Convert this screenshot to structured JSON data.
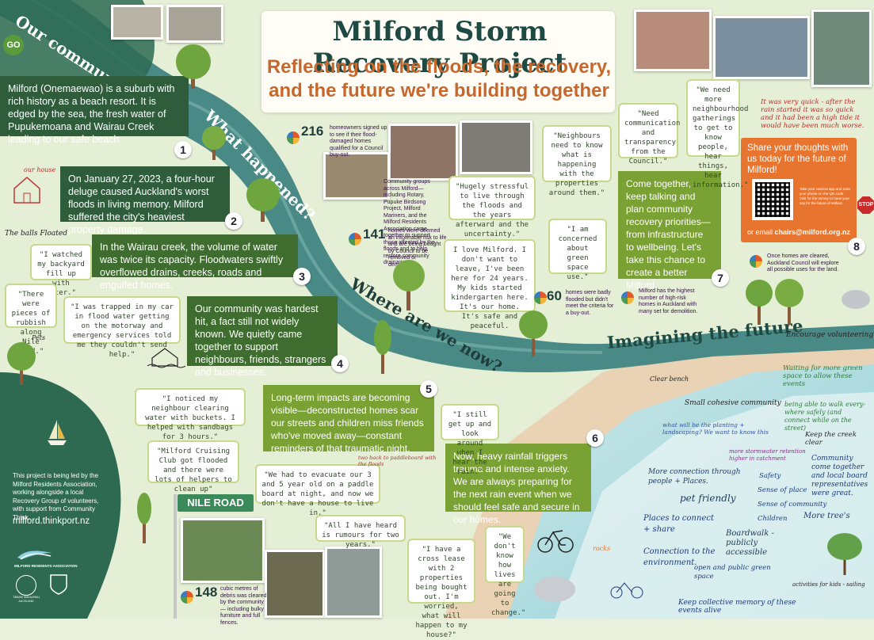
{
  "title": "Milford Storm Recovery Project",
  "subtitle_line1": "Reflecting on the floods, the recovery,",
  "subtitle_line2": "and the future we're building together",
  "sections": {
    "our_community": "Our community",
    "what_happened": "What happened?",
    "where_are_we_now": "Where are we now?",
    "imagining_future": "Imagining the future"
  },
  "go_sign": "GO",
  "stop_sign": "STOP",
  "numbers": [
    "1",
    "2",
    "3",
    "4",
    "5",
    "6",
    "7",
    "8"
  ],
  "boxes": {
    "b1": "Milford (Onemaewao) is a suburb with rich history as a beach resort. It is edged by the sea, the fresh water of Pupukemoana and Wairau Creek leading to our safe beach.",
    "b2": "On January 27, 2023, a four-hour deluge caused Auckland's worst floods in living memory. Milford suffered the city's heaviest property damage.",
    "b3": "In the Wairau creek, the volume of water was twice its capacity. Floodwaters swiftly overflowed drains, creeks, roads and engulfed homes.",
    "b4": "Our community was hardest hit, a fact still not widely known. We quietly came together to support neighbours, friends, strangers and businesses.",
    "b5": "Long-term impacts are becoming visible—deconstructed homes scar our streets and children miss friends who've moved away—constant reminders of that traumatic night.",
    "b6": "Now, heavy rainfall triggers trauma and intense anxiety. We are always preparing for the next rain event when we should feel safe and secure in our homes.",
    "b7": "Come together, keep talking and plan community recovery priorities—from infrastructure to wellbeing. Let's take this chance to create a better Milford.",
    "share_title": "Share your thoughts with us today for the future of Milford!",
    "share_email_prefix": "or email",
    "share_email": "chairs@milford.org.nz",
    "share_small": "Take your camera app and scan your phone on the QR code. Visit for the survey to have your say for the future of Milford."
  },
  "quotes": {
    "q1": "\"I watched my backyard fill up with water.\"",
    "q2": "\"There were pieces of rubbish along Nile road.\"",
    "q3": "\"I was trapped in my car in flood water getting on the motorway and emergency services told me they couldn't send help.\"",
    "q4": "\"I noticed my neighbour clearing water with buckets. I helped with sandbags for 3 hours.\"",
    "q5": "\"Milford Cruising Club got flooded and there were lots of helpers to clean up\"",
    "q6": "\"We had to evacuate our 3 and 5 year old on a paddle board at night, and now we don't have a house to live in.\"",
    "q7": "\"All I have heard is rumours for two years.\"",
    "q8": "\"I have a cross lease with 2 properties being bought out. I'm worried, what will happen to my house?\"",
    "q9": "\"We don't know how lives are going to change.\"",
    "q10": "\"I still get up and look around when I hear the rain.\"",
    "q11": "\"Hugely stressful to live through the floods and the years afterward and the uncertainty.\"",
    "q12": "I love Milford. I don't want to leave, I've been here for 24 years. My kids started kindergarten here. It's our home. It's safe and peaceful.",
    "q13": "\"Neighbours need to know what is happening with the properties around them.\"",
    "q14": "\"I am concerned about green space use.\"",
    "q15": "\"Need communication and transparency from the Council.\"",
    "q16": "\"We need more neighbourhood gatherings to get to know people, hear things, hear information.\""
  },
  "stats": {
    "s216_num": "216",
    "s216_text": "homeowners signed up to see if their flood-damaged homes qualified for a Council buy-out.",
    "s141_num": "141",
    "s141_text": "homes were deemed an intolerable risk to life and are being bought by Council to be removed or demolished.",
    "s60_num": "60",
    "s60_text": "homes were badly flooded but didn't meet the criteria for a buy-out.",
    "s148_num": "148",
    "s148_text": "cubic metres of debris was cleared by the community — including bulky furniture and full fences.",
    "community_group": "Community groups across Milford—including Rotary, Pupuke Birdsong Project, Milford Mariners, and the Milford Residents Association came together to support those affected by the floods and to help restore community drainages.",
    "milford_highest": "Milford has the highest number of high-risk homes in Auckland with many set for demolition.",
    "once_cleared": "Once homes are cleared, Auckland Council will explore all possible uses for the land."
  },
  "footer": {
    "note": "This project is being led by the Milford Residents Association, working alongside a local Recovery Group of volunteers, with support from Community Think.",
    "url": "milford.thinkport.nz",
    "mra": "MILFORD RESIDENTS ASSOCIATION",
    "tamaki": "TĀMAKI MAKAURAU AUCKLAND"
  },
  "nile_road": "NILE ROAD",
  "handwritten": {
    "top_right": "It was very quick - after the rain started it was so quick and it had been a high tide it would have been much worse.",
    "our_house": "our house",
    "balls": "The balls Floated",
    "pets": "Pets",
    "encourage": "Encourage volunteering",
    "waiting": "Waiting for more green space to allow these events",
    "small_cohesive": "Small cohesive community",
    "walk": "being able to walk every-where safely (and connect while on the street)",
    "keep_creek": "Keep the creek clear",
    "planting": "what will be the planting + landscaping? We want to know this",
    "stormwater": "more stormwater retention higher in catchment",
    "more_connection": "More connection through people + Places.",
    "safety": "Safety",
    "sense_place": "Sense of place",
    "sense_community": "Sense of community",
    "children": "Children",
    "community_come": "Community come together and local board representatives were great.",
    "pet_friendly": "pet friendly",
    "places_connect": "Places to connect + share",
    "connection_env": "Connection to the environment.",
    "boardwalk": "Boardwalk - publicly accessible",
    "open_green": "open and public green space",
    "more_trees": "More tree's",
    "activities": "activities for kids - sailing",
    "keep_memory": "Keep collective memory of these events alive",
    "bench": "Clear bench",
    "back_paddle": "two back to paddleboard with the floods",
    "rocks": "rocks"
  }
}
